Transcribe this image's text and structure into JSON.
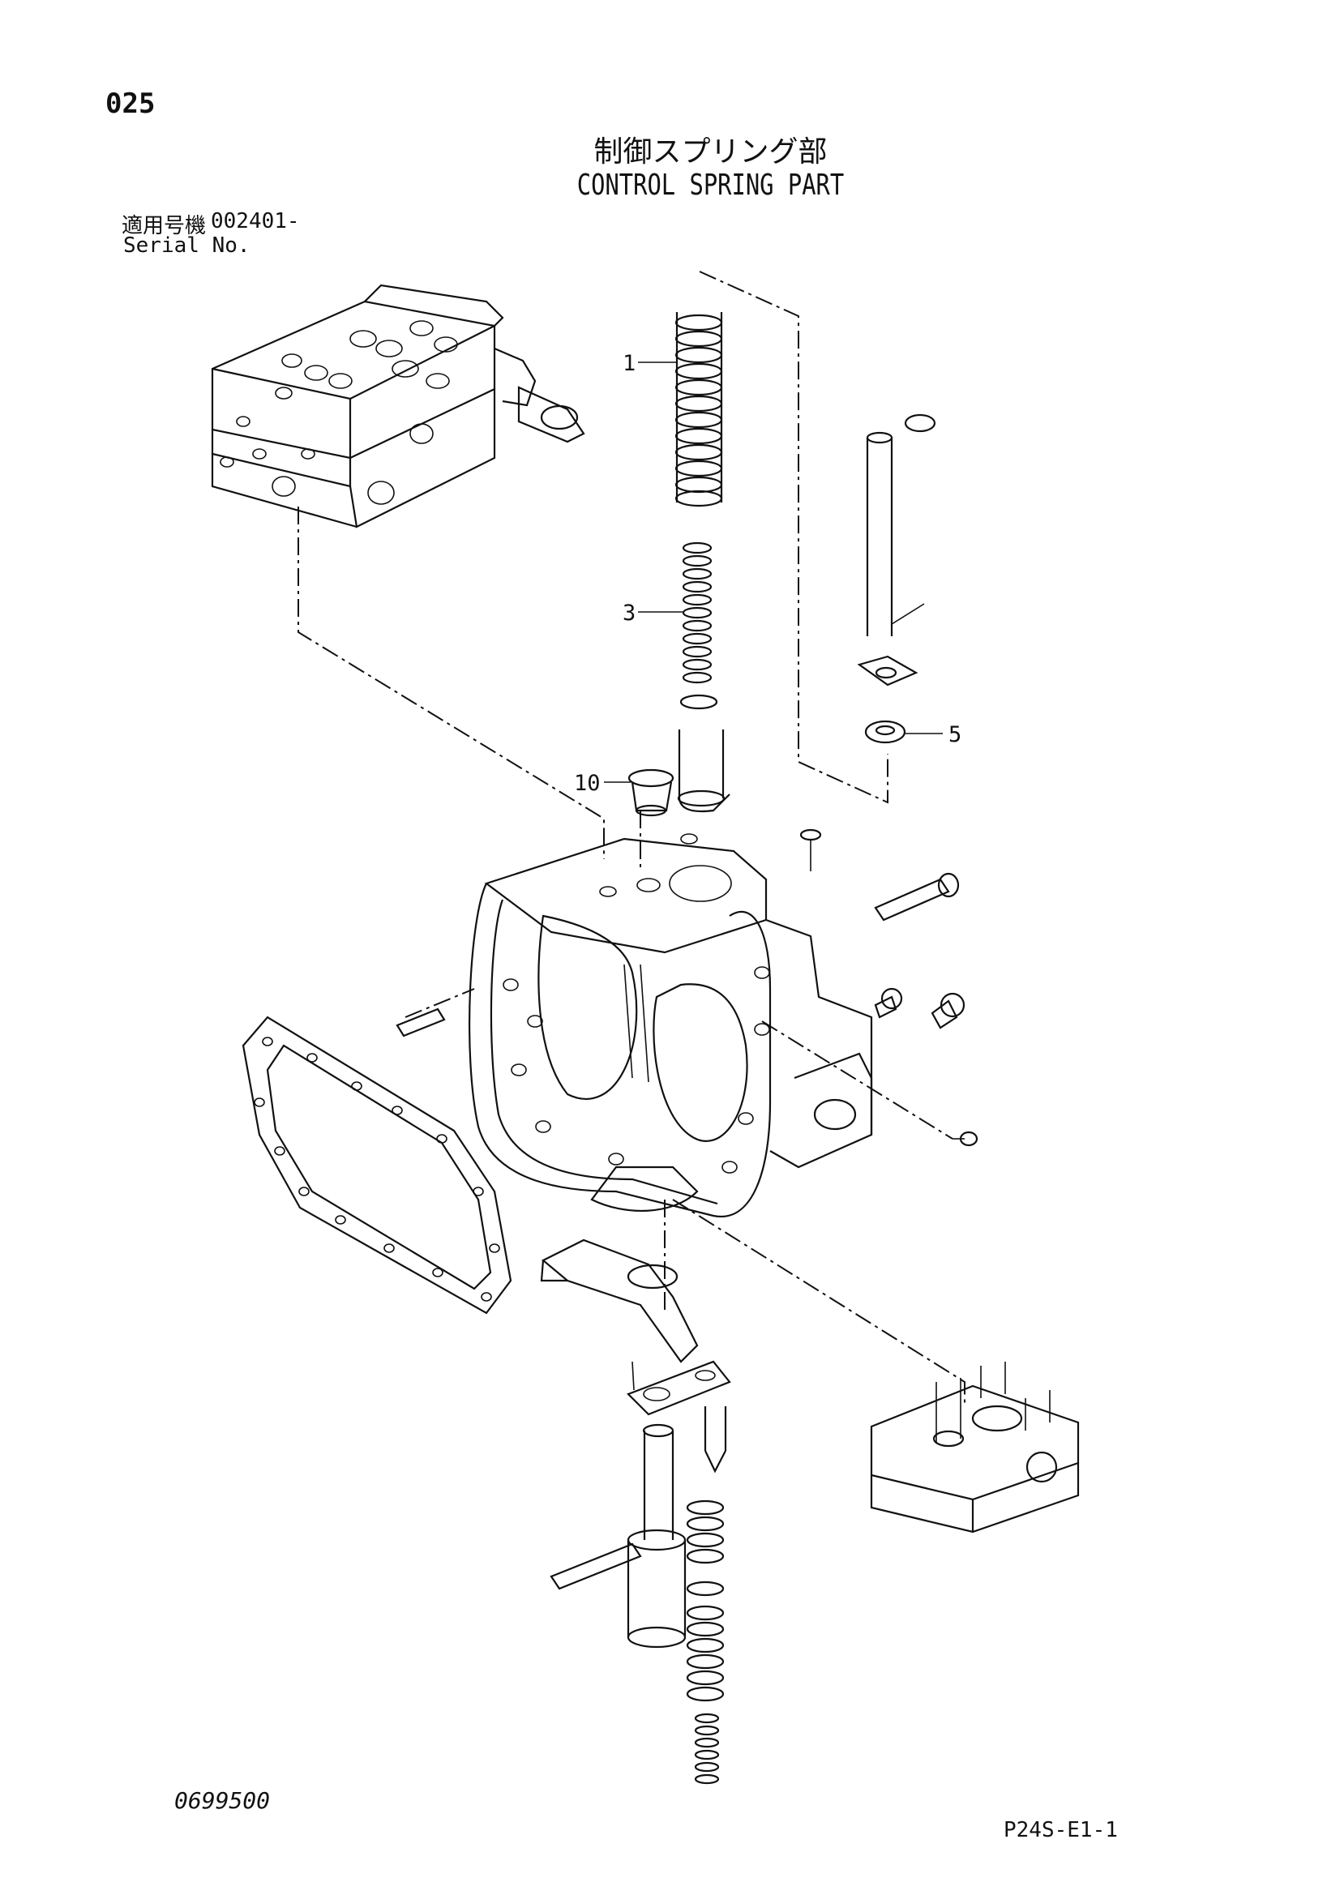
{
  "header": {
    "page_number": "025",
    "title_jp": "制御スプリング部",
    "title_en": "CONTROL SPRING PART",
    "serial_label_jp": "適用号機",
    "serial_value": "002401-",
    "serial_label_en": "Serial No."
  },
  "callouts": [
    {
      "id": "1",
      "label": "1"
    },
    {
      "id": "3",
      "label": "3"
    },
    {
      "id": "5",
      "label": "5"
    },
    {
      "id": "10",
      "label": "10"
    }
  ],
  "footer": {
    "drawing_number": "0699500",
    "page_code": "P24S-E1-1"
  }
}
